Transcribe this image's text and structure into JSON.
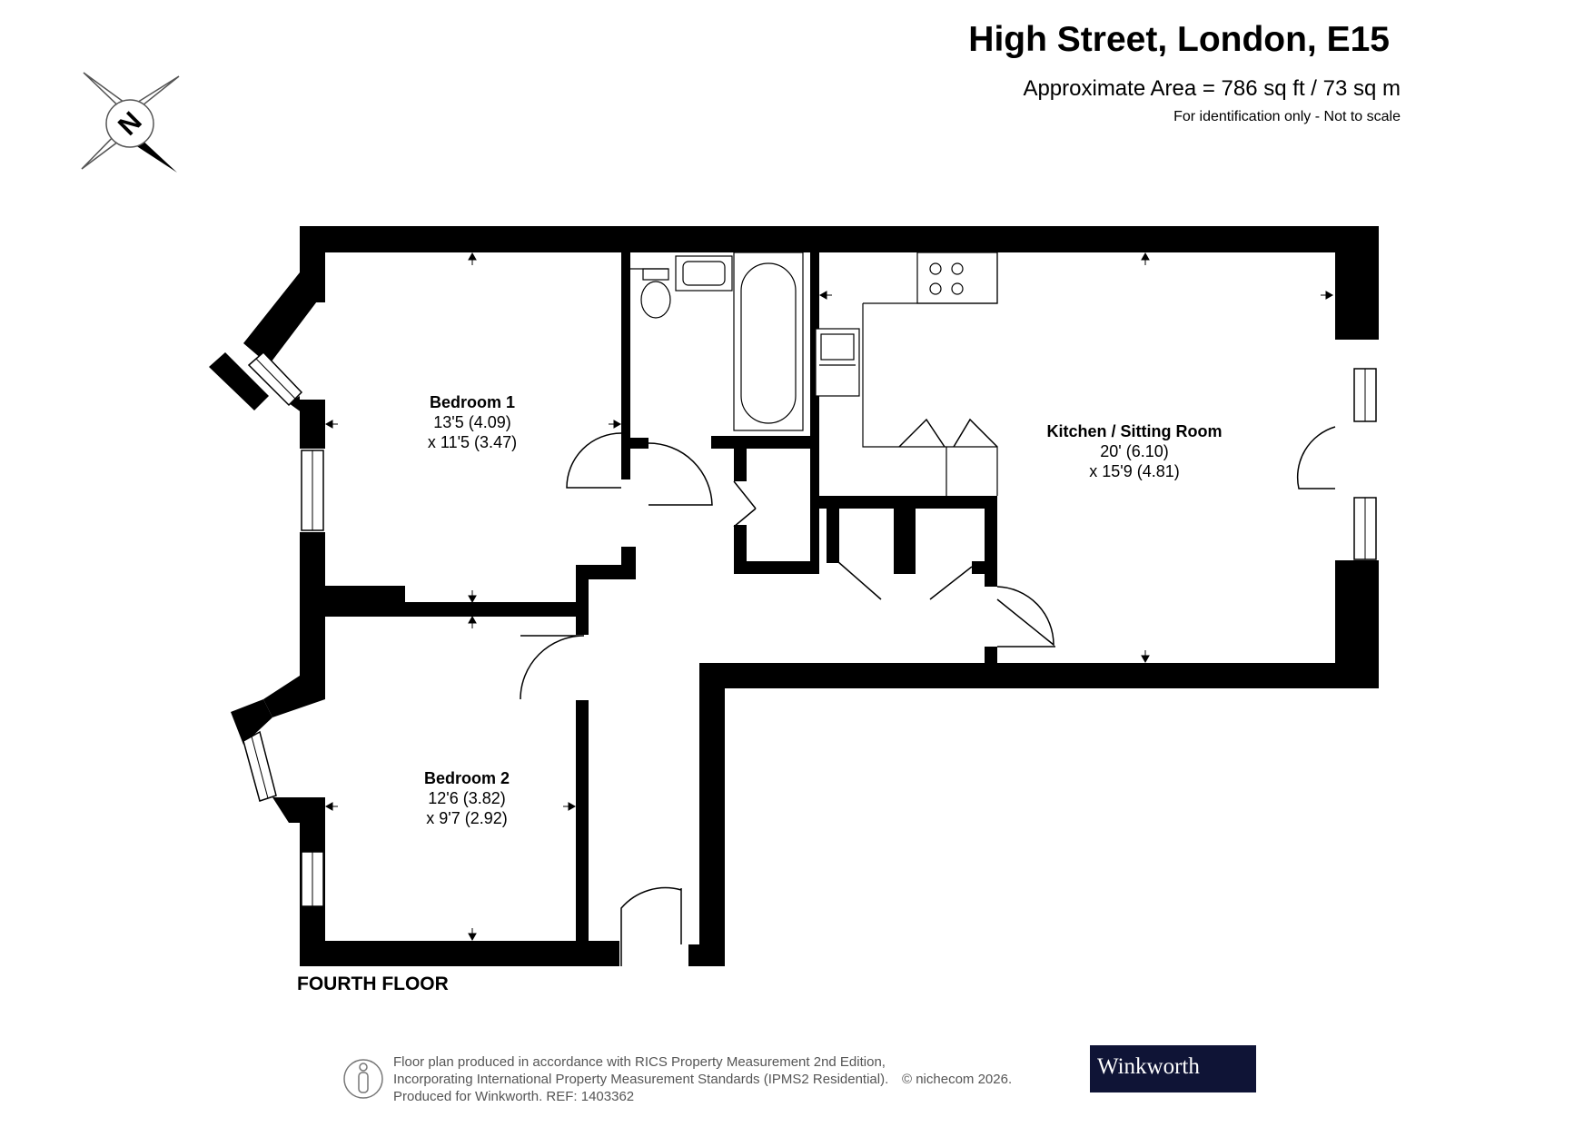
{
  "header": {
    "title": "High Street, London, E15",
    "area": "Approximate Area = 786 sq ft / 73 sq m",
    "disclaimer": "For identification only - Not to scale"
  },
  "compass": {
    "letter": "N"
  },
  "floor_label": "FOURTH FLOOR",
  "rooms": [
    {
      "name": "Bedroom 1",
      "dim1": "13'5 (4.09)",
      "dim2": "x 11'5 (3.47)"
    },
    {
      "name": "Bedroom 2",
      "dim1": "12'6 (3.82)",
      "dim2": "x 9'7 (2.92)"
    },
    {
      "name": "Kitchen / Sitting Room",
      "dim1": "20' (6.10)",
      "dim2": "x 15'9 (4.81)"
    }
  ],
  "footer": {
    "line1": "Floor plan produced in accordance with RICS Property Measurement 2nd Edition,",
    "line2": "Incorporating International Property Measurement Standards (IPMS2 Residential).",
    "line3": "Produced for Winkworth.   REF: 1403362",
    "copyright": "© nichecom 2026."
  },
  "brand": {
    "name": "Winkworth",
    "color": "#0f1436"
  }
}
